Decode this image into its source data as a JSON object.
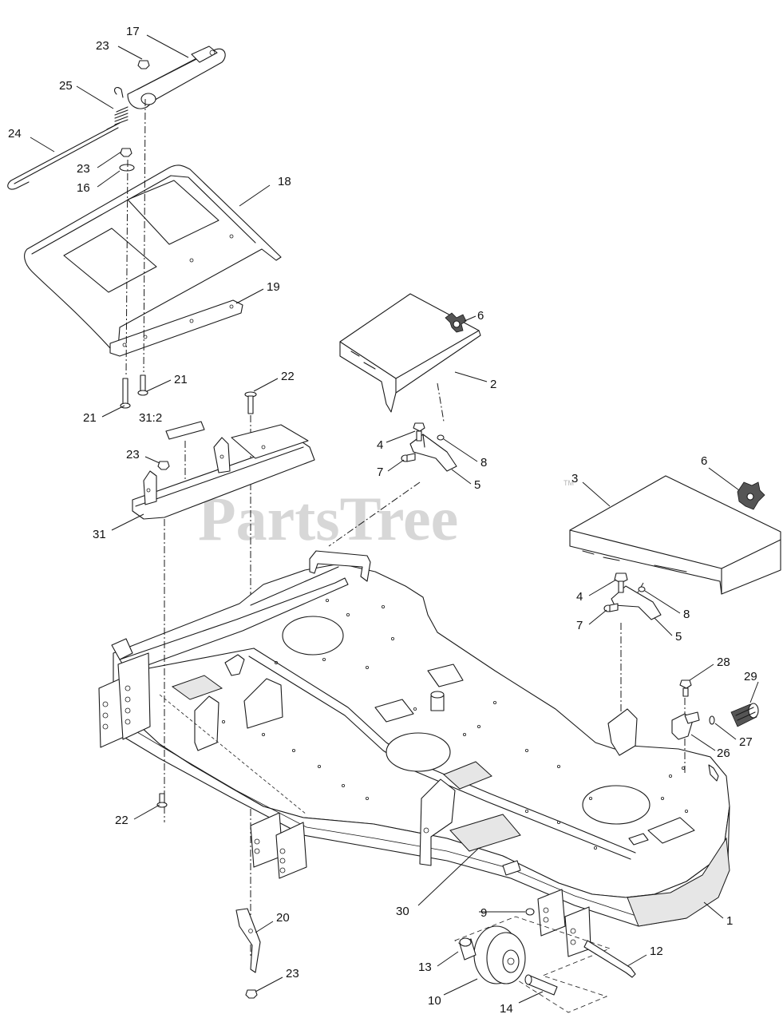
{
  "watermark": {
    "text": "PartsTree",
    "trademark": "TM"
  },
  "callouts": [
    {
      "id": "c17",
      "label": "17"
    },
    {
      "id": "c23a",
      "label": "23"
    },
    {
      "id": "c25",
      "label": "25"
    },
    {
      "id": "c24",
      "label": "24"
    },
    {
      "id": "c23b",
      "label": "23"
    },
    {
      "id": "c16",
      "label": "16"
    },
    {
      "id": "c18",
      "label": "18"
    },
    {
      "id": "c19",
      "label": "19"
    },
    {
      "id": "c21a",
      "label": "21"
    },
    {
      "id": "c21b",
      "label": "21"
    },
    {
      "id": "c22a",
      "label": "22"
    },
    {
      "id": "c312",
      "label": "31:2"
    },
    {
      "id": "c23c",
      "label": "23"
    },
    {
      "id": "c31",
      "label": "31"
    },
    {
      "id": "c6a",
      "label": "6"
    },
    {
      "id": "c2",
      "label": "2"
    },
    {
      "id": "c4a",
      "label": "4"
    },
    {
      "id": "c8a",
      "label": "8"
    },
    {
      "id": "c7a",
      "label": "7"
    },
    {
      "id": "c5a",
      "label": "5"
    },
    {
      "id": "c3",
      "label": "3"
    },
    {
      "id": "c6b",
      "label": "6"
    },
    {
      "id": "c4b",
      "label": "4"
    },
    {
      "id": "c8b",
      "label": "8"
    },
    {
      "id": "c7b",
      "label": "7"
    },
    {
      "id": "c5b",
      "label": "5"
    },
    {
      "id": "c28",
      "label": "28"
    },
    {
      "id": "c29",
      "label": "29"
    },
    {
      "id": "c27",
      "label": "27"
    },
    {
      "id": "c26",
      "label": "26"
    },
    {
      "id": "c22b",
      "label": "22"
    },
    {
      "id": "c1",
      "label": "1"
    },
    {
      "id": "c30",
      "label": "30"
    },
    {
      "id": "c9",
      "label": "9"
    },
    {
      "id": "c20",
      "label": "20"
    },
    {
      "id": "c12",
      "label": "12"
    },
    {
      "id": "c13",
      "label": "13"
    },
    {
      "id": "c23d",
      "label": "23"
    },
    {
      "id": "c10",
      "label": "10"
    },
    {
      "id": "c14",
      "label": "14"
    }
  ]
}
